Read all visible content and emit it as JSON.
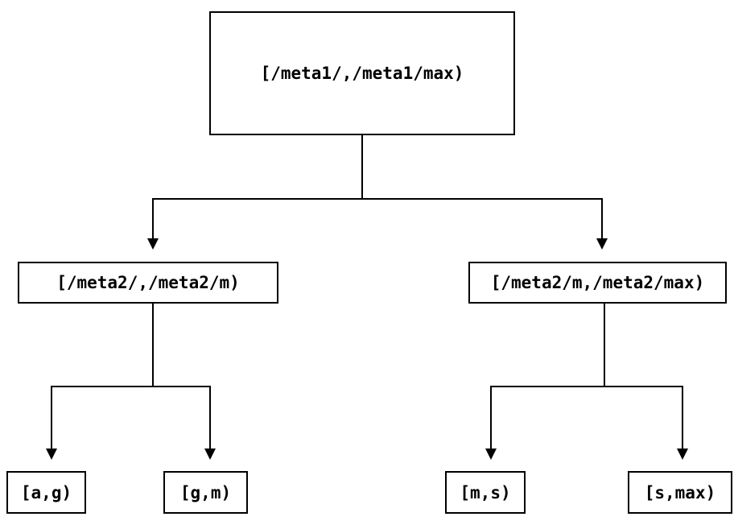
{
  "diagram": {
    "type": "binary-interval-tree",
    "nodes": {
      "root": {
        "id": "root",
        "label": "[/meta1/,/meta1/max)"
      },
      "left": {
        "id": "left",
        "label": "[/meta2/,/meta2/m)"
      },
      "right": {
        "id": "right",
        "label": "[/meta2/m,/meta2/max)"
      },
      "leaf_ag": {
        "id": "leaf_ag",
        "label": "[a,g)"
      },
      "leaf_gm": {
        "id": "leaf_gm",
        "label": "[g,m)"
      },
      "leaf_ms": {
        "id": "leaf_ms",
        "label": "[m,s)"
      },
      "leaf_smax": {
        "id": "leaf_smax",
        "label": "[s,max)"
      }
    },
    "edges": [
      {
        "from": "root",
        "to": "left"
      },
      {
        "from": "root",
        "to": "right"
      },
      {
        "from": "left",
        "to": "leaf_ag"
      },
      {
        "from": "left",
        "to": "leaf_gm"
      },
      {
        "from": "right",
        "to": "leaf_ms"
      },
      {
        "from": "right",
        "to": "leaf_smax"
      }
    ],
    "colors": {
      "background": "#ffffff",
      "line": "#000000",
      "text": "#000000",
      "node_border": "#000000",
      "node_fill": "#ffffff"
    }
  }
}
